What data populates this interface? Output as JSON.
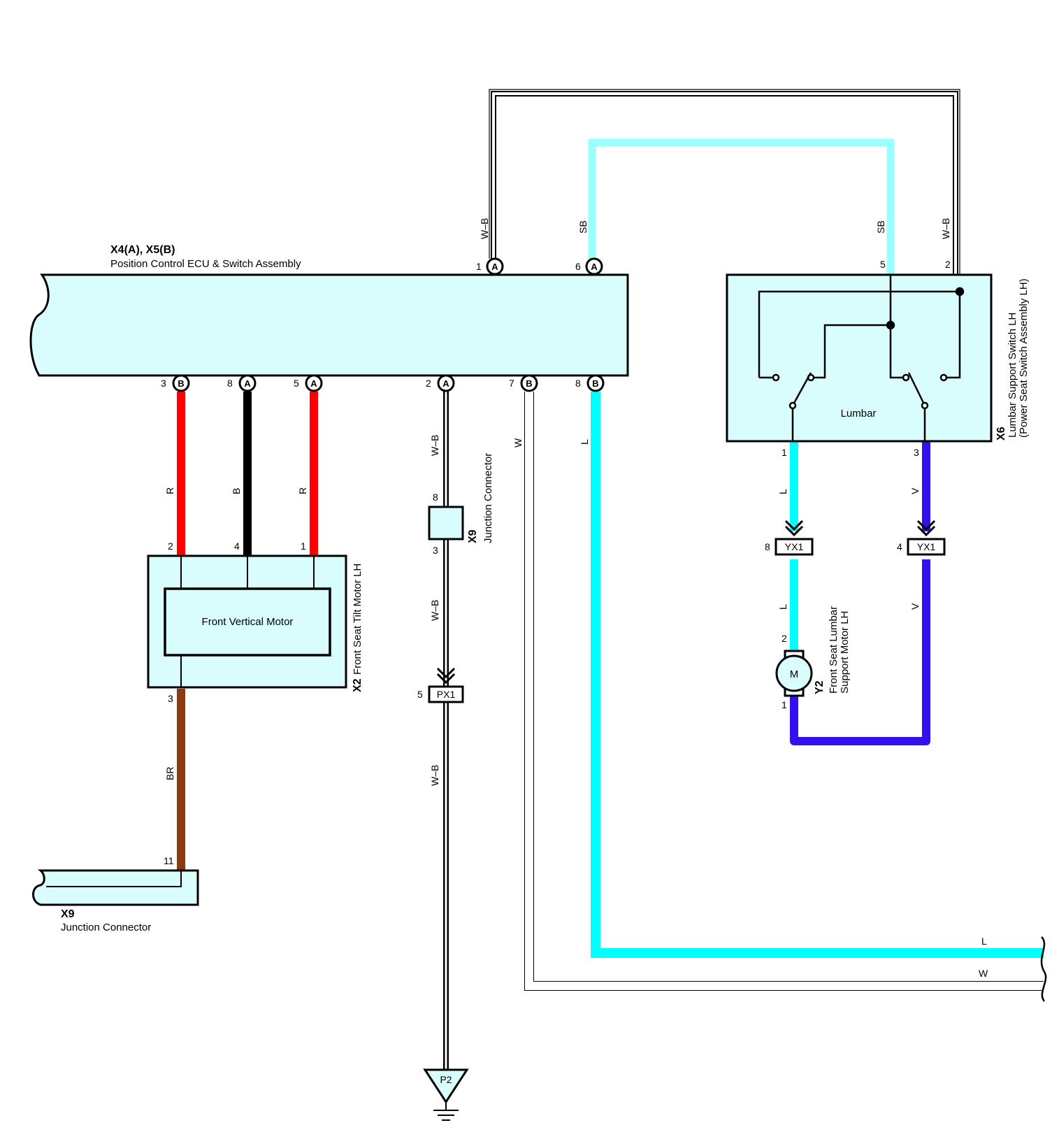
{
  "colors": {
    "component_fill": "#d9fcfc",
    "wire_red": "#ff0000",
    "wire_black": "#000000",
    "wire_brown": "#8b3a10",
    "wire_blue": "#00ffff",
    "wire_sky_blue": "#99ffff",
    "wire_violet": "#3311ee",
    "wire_white": "#ffffff",
    "outline": "#000000"
  },
  "ecu": {
    "code": "X4(A), X5(B)",
    "name": "Position Control ECU & Switch Assembly",
    "top_pins": [
      {
        "num": "1",
        "conn": "A"
      },
      {
        "num": "6",
        "conn": "A"
      }
    ],
    "bottom_pins": [
      {
        "num": "3",
        "conn": "B"
      },
      {
        "num": "8",
        "conn": "A"
      },
      {
        "num": "5",
        "conn": "A"
      },
      {
        "num": "2",
        "conn": "A"
      },
      {
        "num": "7",
        "conn": "B"
      },
      {
        "num": "8",
        "conn": "B"
      }
    ]
  },
  "lumbar_switch": {
    "code": "X6",
    "name_line1": "Lumbar Support Switch LH",
    "name_line2": "(Power Seat Switch Assembly LH)",
    "inner_label": "Lumbar",
    "pins": {
      "p5": "5",
      "p2": "2",
      "p1": "1",
      "p3": "3"
    }
  },
  "tilt_motor": {
    "code": "X2",
    "name": "Front Seat Tilt Motor LH",
    "inner_label": "Front Vertical Motor",
    "pins": {
      "p2": "2",
      "p4": "4",
      "p1": "1",
      "p3": "3"
    }
  },
  "junction_x9_mid": {
    "code": "X9",
    "name": "Junction Connector",
    "pins": {
      "top": "8",
      "bottom": "3"
    }
  },
  "junction_x9_bottom": {
    "code": "X9",
    "name": "Junction Connector",
    "pin": "11"
  },
  "lumbar_motor": {
    "code": "Y2",
    "name_line1": "Front Seat Lumbar",
    "name_line2": "Support Motor LH",
    "symbol": "M",
    "pins": {
      "p2": "2",
      "p1": "1"
    }
  },
  "inline_connectors": {
    "px1": {
      "label": "PX1",
      "pin": "5"
    },
    "yx1_left": {
      "label": "YX1",
      "pin": "8"
    },
    "yx1_right": {
      "label": "YX1",
      "pin": "4"
    }
  },
  "ground": {
    "label": "P2"
  },
  "wire_labels": {
    "wb_top_left": "W–B",
    "sb_top_left": "SB",
    "sb_top_right": "SB",
    "wb_top_right": "W–B",
    "r1": "R",
    "b": "B",
    "r2": "R",
    "wb1": "W–B",
    "wb2": "W–B",
    "wb3": "W–B",
    "w_vert": "W",
    "l_vert": "L",
    "br": "BR",
    "l_sw1": "L",
    "l_sw2": "L",
    "v_sw1": "V",
    "v_sw2": "V",
    "l_right": "L",
    "w_right": "W"
  }
}
